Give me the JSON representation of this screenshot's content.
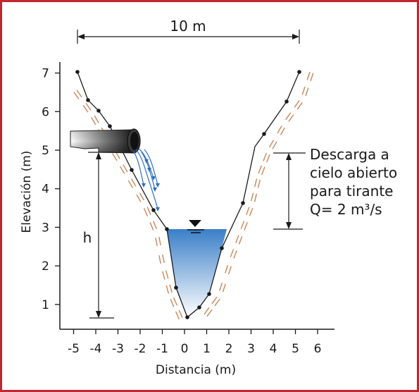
{
  "width_label": "10 m",
  "y_axis": {
    "title": "Elevación (m)",
    "ticks": [
      {
        "value": 1,
        "label": "1"
      },
      {
        "value": 2,
        "label": "2"
      },
      {
        "value": 3,
        "label": "3"
      },
      {
        "value": 4,
        "label": "4"
      },
      {
        "value": 5,
        "label": "5"
      },
      {
        "value": 6,
        "label": "6"
      },
      {
        "value": 7,
        "label": "7"
      }
    ]
  },
  "x_axis": {
    "title": "Distancia (m)",
    "ticks": [
      {
        "value": -5,
        "label": "-5"
      },
      {
        "value": -4,
        "label": "-4"
      },
      {
        "value": -3,
        "label": "-3"
      },
      {
        "value": -2,
        "label": "-2"
      },
      {
        "value": -1,
        "label": "-1"
      },
      {
        "value": 0,
        "label": "0"
      },
      {
        "value": 1,
        "label": "1"
      },
      {
        "value": 2,
        "label": "2"
      },
      {
        "value": 3,
        "label": "3"
      },
      {
        "value": 4,
        "label": "4"
      },
      {
        "value": 5,
        "label": "5"
      },
      {
        "value": 6,
        "label": "6"
      }
    ]
  },
  "h_label": "h",
  "annotation": {
    "lines": [
      "Descarga a",
      "cielo abierto",
      "para tirante",
      "Q= 2 m³/s"
    ]
  },
  "colors": {
    "frame": "#c1272d",
    "rock": "#c8865a",
    "water_top": "#3a7fc8",
    "water_bottom": "#ffffff",
    "spray": "#2f6fc1"
  }
}
